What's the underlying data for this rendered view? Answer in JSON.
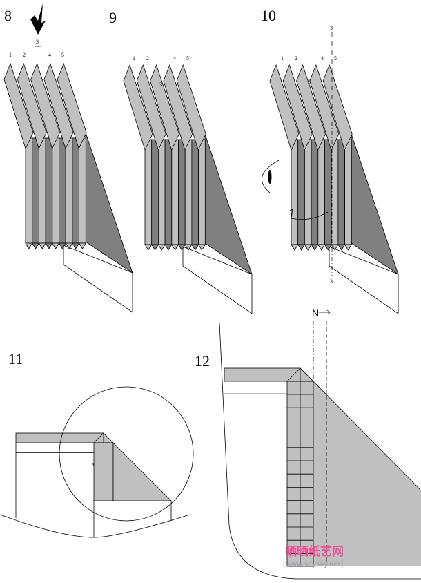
{
  "steps": {
    "s8": {
      "number": "8",
      "pleat_labels": [
        "1",
        "2",
        "4",
        "5"
      ],
      "arrow_label": "3"
    },
    "s9": {
      "number": "9",
      "pleat_labels": [
        "1",
        "2",
        "4",
        "5"
      ],
      "inner_label": "3"
    },
    "s10": {
      "number": "10",
      "pleat_labels": [
        "1",
        "2",
        "4",
        "5"
      ],
      "inner_label": "3",
      "axis_top": "3",
      "axis_bottom": "3",
      "turn_label": "1"
    },
    "s11": {
      "number": "11",
      "mark": "x"
    },
    "s12": {
      "number": "12",
      "turn_symbol": "N"
    }
  },
  "watermark": {
    "brand": "晒晒纸艺网",
    "url": "[www.saysay.net]"
  },
  "colors": {
    "light": "#c0c0c0",
    "dark": "#808080",
    "line": "#000000",
    "brand_pink": "#f0509a",
    "brand_blue": "#3a66c4"
  }
}
